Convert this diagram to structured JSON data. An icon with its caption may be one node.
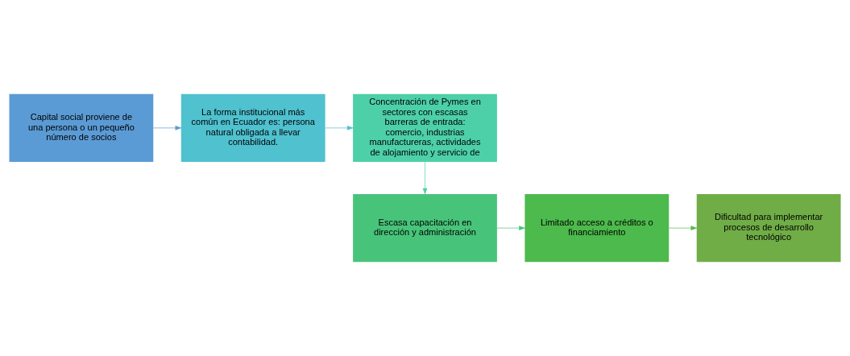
{
  "diagram": {
    "nodes": [
      {
        "text": [
          "Capital social proviene de una persona o un pequeño número de socios"
        ]
      },
      {
        "text": [
          "La forma institucional más común en Ecuador es: persona natural obligada a llevar contabilidad."
        ]
      },
      {
        "text": [
          "Concentración de Pymes en sectores con escasas barreras de entrada: comercio, industrias manufactureras, actividades de alojamiento y servicio de"
        ]
      },
      {
        "text": [
          "Escasa capacitación en dirección y administración"
        ]
      },
      {
        "text": [
          "Limitado acceso a créditos o financiamiento"
        ]
      },
      {
        "text": [
          "Dificultad para implementar procesos de desarrollo tecnológico"
        ]
      }
    ],
    "edges": [
      {
        "from": 0,
        "to": 1,
        "arrow": "to",
        "color": "#5b9bd5"
      },
      {
        "from": 1,
        "to": 2,
        "arrow": "to",
        "color": "#4fc1cf"
      },
      {
        "from": 2,
        "to": 3,
        "arrow": "to",
        "color": "#4dd0a8"
      },
      {
        "from": 3,
        "to": 4,
        "arrow": "to",
        "color": "#48c47a"
      },
      {
        "from": 4,
        "to": 5,
        "arrow": "to",
        "color": "#5cb84c"
      }
    ]
  }
}
